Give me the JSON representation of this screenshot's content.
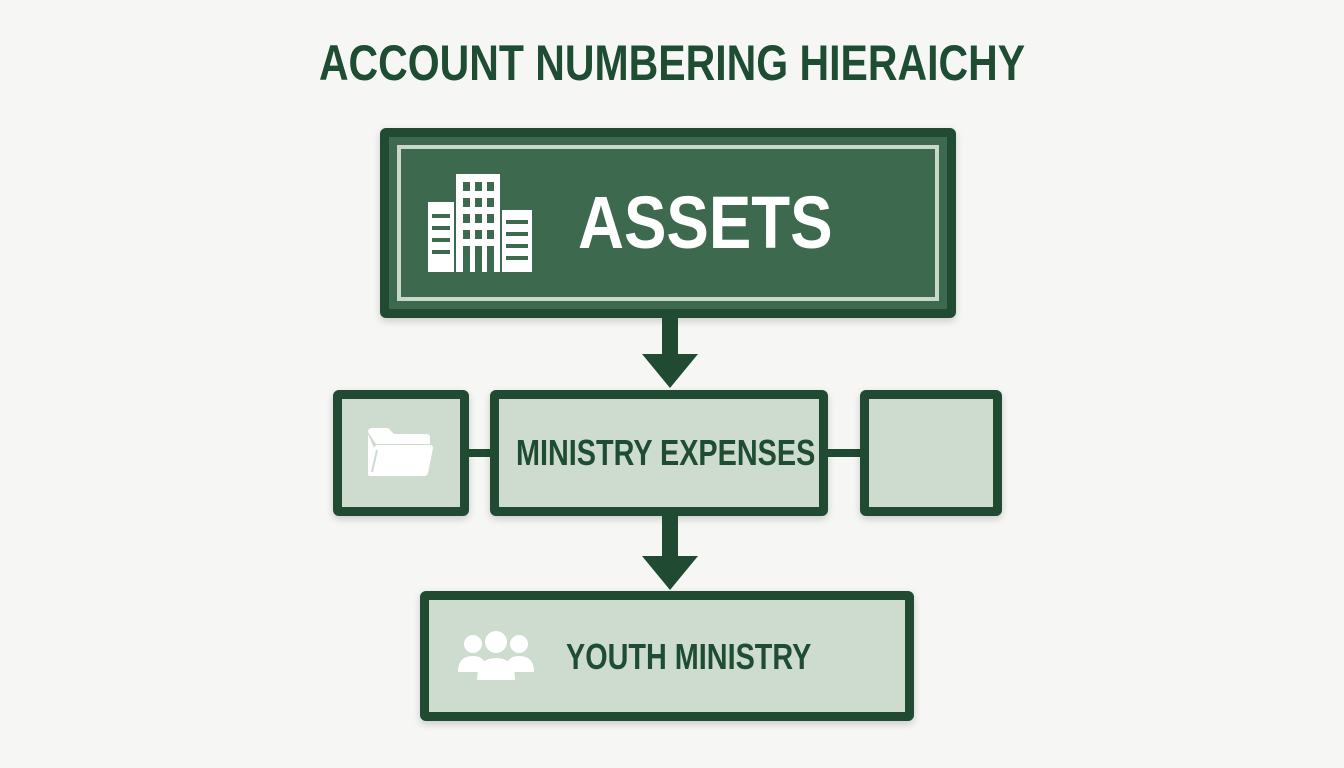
{
  "title": "ACCOUNT NUMBERING HIERAICHY",
  "nodes": {
    "assets": {
      "label": "ASSETS",
      "icon": "building-icon"
    },
    "ministry_expenses": {
      "label": "MINISTRY EXPENSES"
    },
    "side_left": {
      "icon": "folder-icon"
    },
    "side_right": {},
    "youth_ministry": {
      "label": "YOUTH MINISTRY",
      "icon": "people-group-icon"
    }
  },
  "colors": {
    "dark_green": "#214a33",
    "mid_green": "#3d6a4f",
    "light_green": "#cddccf",
    "title_green": "#1f4d33",
    "background": "#f6f7f5"
  }
}
